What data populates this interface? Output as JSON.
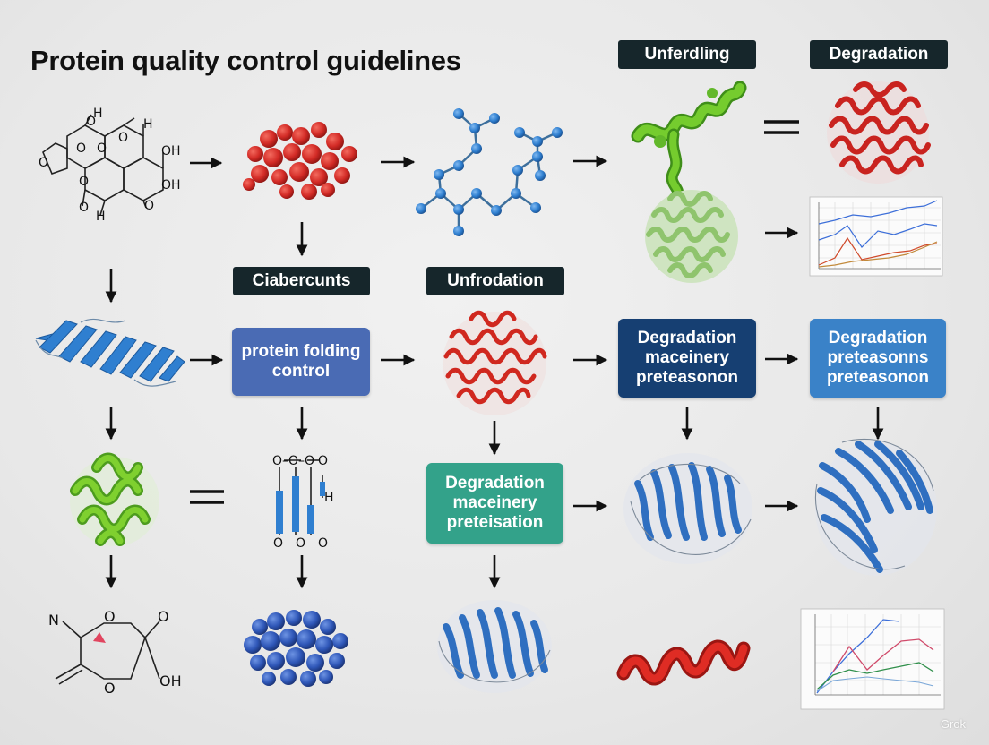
{
  "title": "Protein quality control guidelines",
  "tags": {
    "unferdling": "Unferdling",
    "degradation": "Degradation",
    "ciabercunts": "Ciabercunts",
    "unfrodation": "Unfrodation"
  },
  "boxes": {
    "folding": {
      "label": "protein folding\ncontrol",
      "color": "#4a6bb4"
    },
    "machinery_a": {
      "label": "Degradation\nmaceinery\npreteasonon",
      "color": "#163f72"
    },
    "machinery_b": {
      "label": "Degradation\npreteasonns\npreteasonon",
      "color": "#3a82c8"
    },
    "machinery_c": {
      "label": "Degradation\nmaceinery\npreteisation",
      "color": "#33a28a"
    }
  },
  "molecule_labels": {
    "top_left": [
      "H",
      "H",
      "O",
      "O",
      "O",
      "O",
      "O",
      "O",
      "OH",
      "OH",
      "O",
      "H",
      "O"
    ],
    "middle": [
      "O–O–O",
      "O",
      "H",
      "O",
      "O",
      "O"
    ],
    "bottom_left": [
      "N",
      "O",
      "O",
      "O",
      "OH"
    ]
  },
  "colors": {
    "red_protein": "#d32b26",
    "blue_protein": "#2f7fd0",
    "green_protein": "#6cc428",
    "pale_green_protein": "#a7d28a",
    "arrow": "#111111"
  },
  "watermark": "Grok"
}
